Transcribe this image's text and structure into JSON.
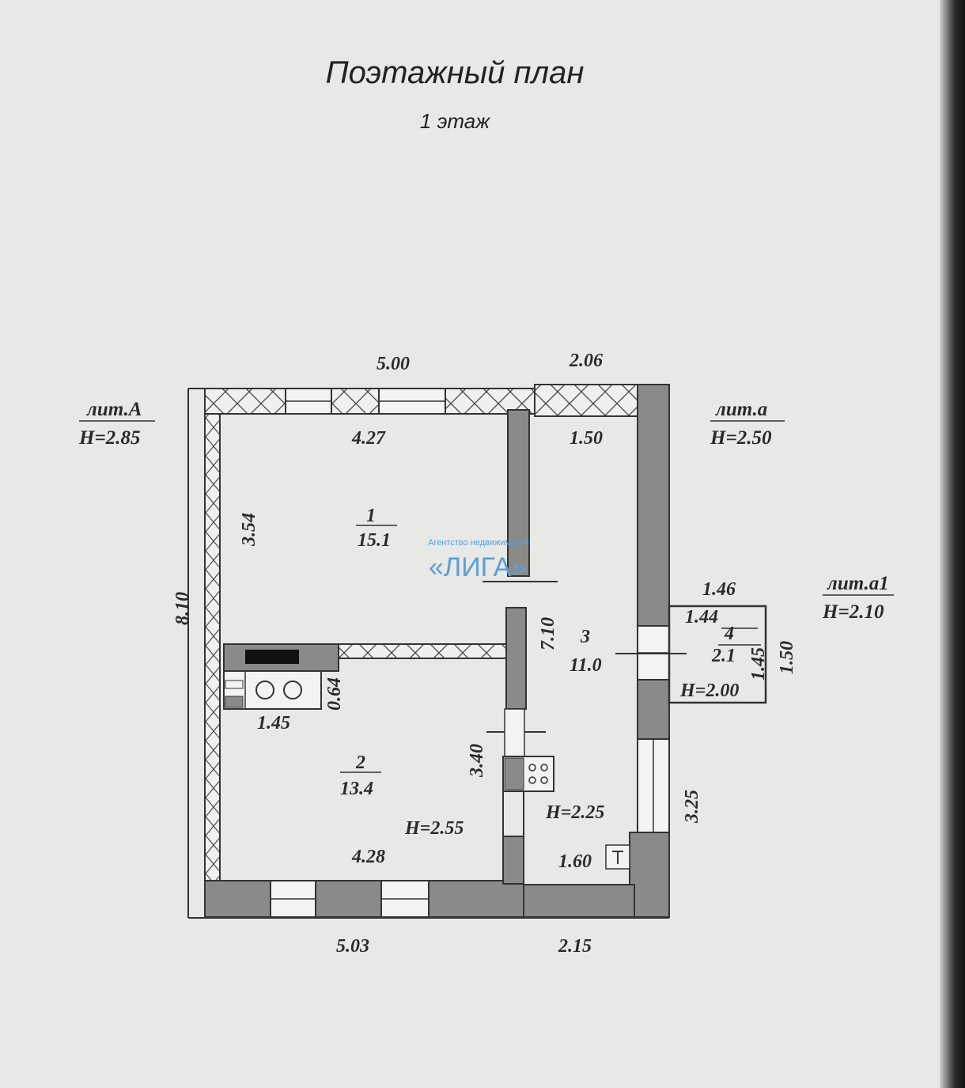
{
  "title": "Поэтажный план",
  "subtitle": "1 этаж",
  "watermark": {
    "agency_line": "Агентство недвижимости",
    "brand": "«ЛИГА»",
    "color": "#5b9fd8"
  },
  "litera_labels": {
    "lit_A": {
      "name": "лит.А",
      "height": "Н=2.85"
    },
    "lit_a": {
      "name": "лит.а",
      "height": "Н=2.50"
    },
    "lit_a1": {
      "name": "лит.а1",
      "height": "Н=2.10"
    }
  },
  "rooms": [
    {
      "number": "1",
      "area": "15.1"
    },
    {
      "number": "2",
      "area": "13.4"
    },
    {
      "number": "3",
      "area": "11.0"
    },
    {
      "number": "4",
      "area": "2.1"
    }
  ],
  "room_heights": {
    "lit_A_inner": "Н=2.55",
    "lit_a_inner": "Н=2.25",
    "lit_a1_inner": "Н=2.00"
  },
  "dimensions": {
    "top_left": "5.00",
    "top_right": "2.06",
    "room1_width": "4.27",
    "room3_top_width": "1.50",
    "room1_depth": "3.54",
    "total_depth": "8.10",
    "room3_depth": "7.10",
    "stove_depth": "0.64",
    "stove_width": "1.45",
    "room2_depth": "3.40",
    "room2_width": "4.28",
    "bottom_left": "5.03",
    "bottom_right": "2.15",
    "room4_outer_width": "1.46",
    "room4_inner_width": "1.44",
    "room4_inner_depth": "1.45",
    "room4_outer_depth": "1.50",
    "right_wall_segment": "3.25",
    "room3_bottom_width": "1.60"
  },
  "colors": {
    "wall_gray": "#8a8a88",
    "line": "#333333",
    "text": "#2a2a2a"
  }
}
